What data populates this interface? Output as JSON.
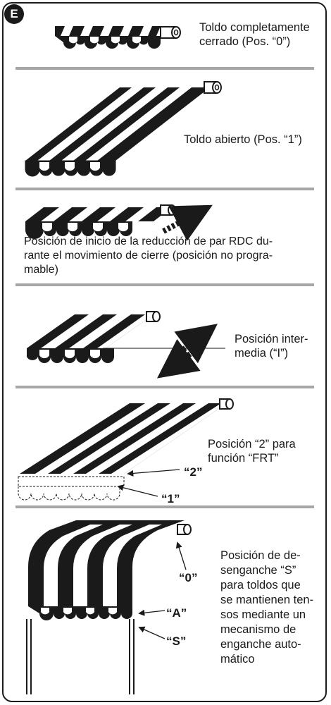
{
  "badge": "E",
  "sections": [
    {
      "lines": [
        "Toldo completamente",
        "cerrado (Pos. “0”)"
      ]
    },
    {
      "lines": [
        "Toldo abierto (Pos. “1”)"
      ]
    },
    {
      "lines": [
        "Posición de inicio de la reducción de par RDC du-",
        "rante el movimiento de cierre (posición no progra-",
        "mable)"
      ]
    },
    {
      "lines": [
        "Posición inter-",
        "media (“I”)"
      ]
    },
    {
      "lines": [
        "Posición “2” para",
        "función “FRT”"
      ],
      "labels": [
        "“2”",
        "“1”"
      ]
    },
    {
      "lines": [
        "Posición de de-",
        "senganche “S”",
        "para toldos que",
        "se mantienen ten-",
        "sos mediante un",
        "mecanismo de",
        "enganche auto-",
        "mático"
      ],
      "labels": [
        "“0”",
        "“A”",
        "“S”"
      ]
    }
  ],
  "colors": {
    "ink": "#1a1a1a",
    "separator": "#a6a6a6"
  }
}
